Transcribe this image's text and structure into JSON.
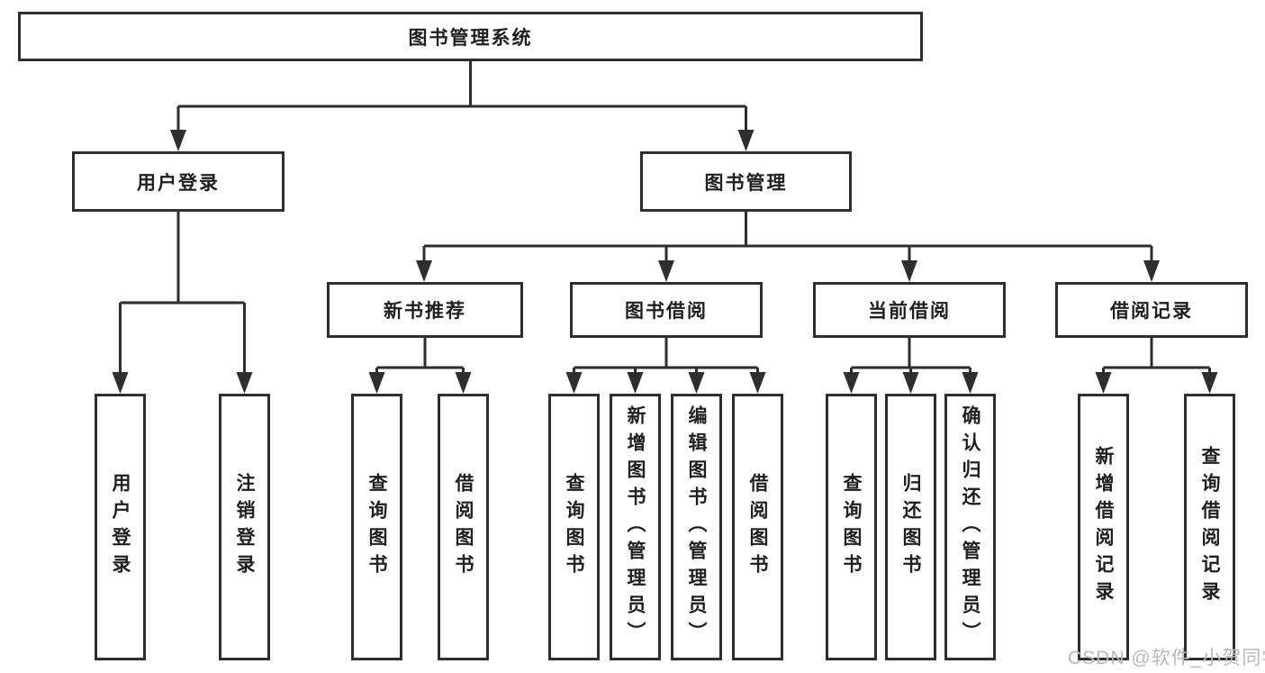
{
  "colors": {
    "line": "#2e2e2e",
    "box_border": "#2e2e2e",
    "text": "#1f1f1f",
    "watermark": "#b9b9b9",
    "background": "#ffffff"
  },
  "root": {
    "label": "图书管理系统"
  },
  "branches": [
    {
      "label": "用户登录",
      "children": [
        {
          "label": "用户登录"
        },
        {
          "label": "注销登录"
        }
      ]
    },
    {
      "label": "图书管理",
      "children": [
        {
          "label": "新书推荐",
          "children": [
            {
              "label": "查询图书"
            },
            {
              "label": "借阅图书"
            }
          ]
        },
        {
          "label": "图书借阅",
          "children": [
            {
              "label": "查询图书"
            },
            {
              "label": "新增图书（管理员）"
            },
            {
              "label": "编辑图书（管理员）"
            },
            {
              "label": "借阅图书"
            }
          ]
        },
        {
          "label": "当前借阅",
          "children": [
            {
              "label": "查询图书"
            },
            {
              "label": "归还图书"
            },
            {
              "label": "确认归还（管理员）"
            }
          ]
        },
        {
          "label": "借阅记录",
          "children": [
            {
              "label": "新增借阅记录"
            },
            {
              "label": "查询借阅记录"
            }
          ]
        }
      ]
    }
  ],
  "watermark": {
    "text": "CSDN @软件_小贺同学"
  }
}
